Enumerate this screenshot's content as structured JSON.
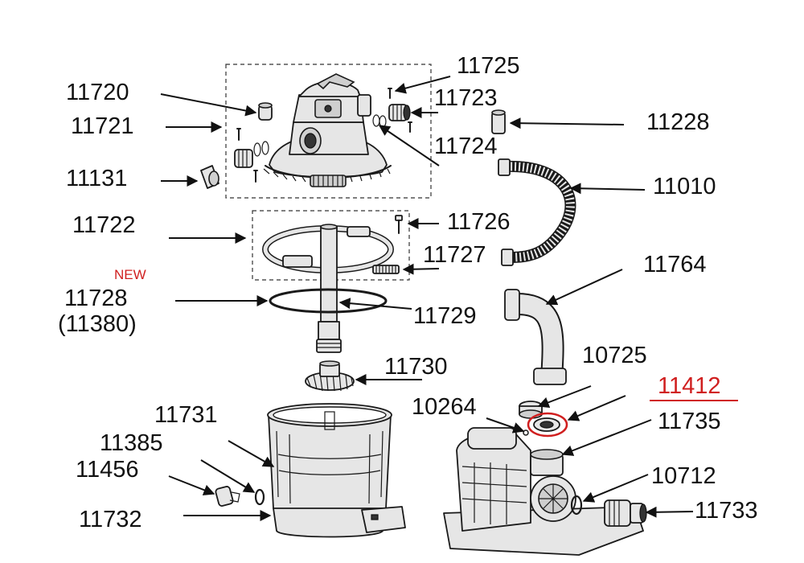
{
  "labels": {
    "p11720": "11720",
    "p11721": "11721",
    "p11131": "11131",
    "p11722": "11722",
    "p11728": "11728",
    "p11380": "(11380)",
    "p11725": "11725",
    "p11723": "11723",
    "p11724": "11724",
    "p11228": "11228",
    "p11010": "11010",
    "p11726": "11726",
    "p11727": "11727",
    "p11764": "11764",
    "p11729": "11729",
    "p11730": "11730",
    "p10725": "10725",
    "p10264": "10264",
    "p11412": "11412",
    "p11735": "11735",
    "p11731": "11731",
    "p11385": "11385",
    "p11456": "11456",
    "p11732": "11732",
    "p10712": "10712",
    "p11733": "11733"
  },
  "badge": {
    "new": "NEW"
  },
  "colors": {
    "highlight": "#d01f1f",
    "ink": "#111111"
  }
}
